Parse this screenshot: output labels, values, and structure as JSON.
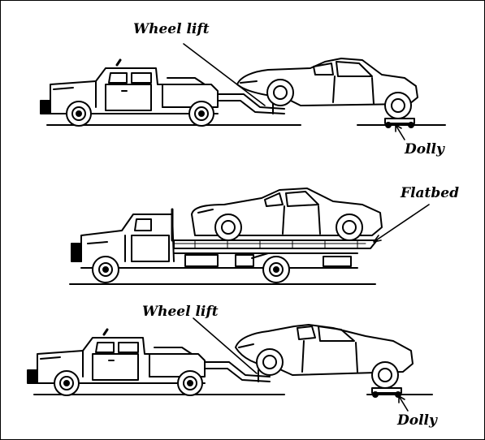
{
  "labels": {
    "wheel_lift_1": "Wheel lift",
    "dolly_1": "Dolly",
    "flatbed": "Flatbed",
    "wheel_lift_2": "Wheel lift",
    "dolly_2": "Dolly"
  },
  "colors": {
    "ink": "#000000",
    "paper": "#ffffff"
  }
}
